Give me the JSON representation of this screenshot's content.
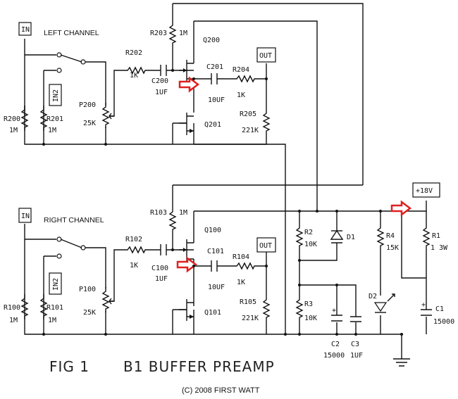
{
  "figure": {
    "title": "FIG 1",
    "subtitle": "B1 BUFFER PREAMP",
    "copyright": "(C) 2008 FIRST WATT"
  },
  "channels": {
    "left": "LEFT CHANNEL",
    "right": "RIGHT CHANNEL"
  },
  "ports": {
    "in": "IN",
    "in2": "IN2",
    "out": "OUT",
    "supply": "+18V"
  },
  "left": {
    "r200": "R200",
    "r200_val": "1M",
    "r201": "R201",
    "r201_val": "1M",
    "p200": "P200",
    "p200_val": "25K",
    "r202": "R202",
    "r202_val": "1K",
    "c200": "C200",
    "c200_val": "1UF",
    "r203": "R203",
    "r203_val": "1M",
    "q200": "Q200",
    "q201": "Q201",
    "c201": "C201",
    "c201_val": "10UF",
    "r204": "R204",
    "r204_val": "1K",
    "r205": "R205",
    "r205_val": "221K"
  },
  "right": {
    "r100": "R100",
    "r100_val": "1M",
    "r101": "R101",
    "r101_val": "1M",
    "p100": "P100",
    "p100_val": "25K",
    "r102": "R102",
    "r102_val": "1K",
    "c100": "C100",
    "c100_val": "1UF",
    "r103": "R103",
    "r103_val": "1M",
    "q100": "Q100",
    "q101": "Q101",
    "c101": "C101",
    "c101_val": "10UF",
    "r104": "R104",
    "r104_val": "1K",
    "r105": "R105",
    "r105_val": "221K"
  },
  "supply": {
    "r1": "R1",
    "r1_val": "1 3W",
    "r2": "R2",
    "r2_val": "10K",
    "r3": "R3",
    "r3_val": "10K",
    "r4": "R4",
    "r4_val": "15K",
    "d1": "D1",
    "d2": "D2",
    "c1": "C1",
    "c1_val": "15000",
    "c2": "C2",
    "c2_val": "15000",
    "c3": "C3",
    "c3_val": "1UF"
  },
  "highlight_color": "#e02020"
}
